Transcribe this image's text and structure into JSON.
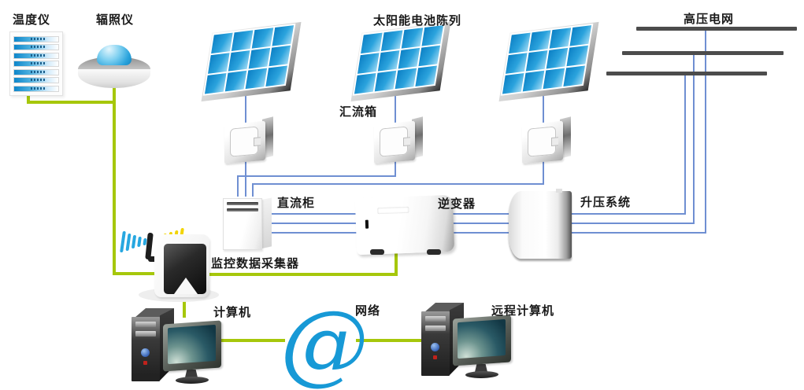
{
  "labels": {
    "temperature_meter": "温度仪",
    "irradiance_meter": "辐照仪",
    "solar_array": "太阳能电池陈列",
    "hv_grid": "高压电网",
    "combiner_box": "汇流箱",
    "dc_cabinet": "直流柜",
    "inverter": "逆变器",
    "boost_system": "升压系统",
    "data_collector": "监控数据采集器",
    "computer": "计算机",
    "network": "网络",
    "remote_computer": "远程计算机"
  },
  "network_symbol": "@",
  "colors": {
    "wire_dc_signal": "#6f8fd2",
    "wire_data": "#a6c70b",
    "solar_cell_blue": "#0b7fc4",
    "grid_bar_gray": "#4c4c4c",
    "at_blue": "#1799d6",
    "signal_blue": "#27a7e0",
    "signal_yellow": "#f2d400"
  },
  "devices": {
    "temperature_meter": {
      "slots": 7
    },
    "solar_panel": {
      "rows": 3,
      "cols": 4,
      "count": 3
    },
    "combiner_box": {
      "count": 3
    },
    "dc_cabinet": {
      "vent_slots": 2
    },
    "data_collector": {
      "signal_bar_heights": [
        27,
        22,
        17,
        13,
        9
      ]
    },
    "hv_grid": {
      "bus_bars": 3
    },
    "computers": {
      "count": 2
    }
  }
}
